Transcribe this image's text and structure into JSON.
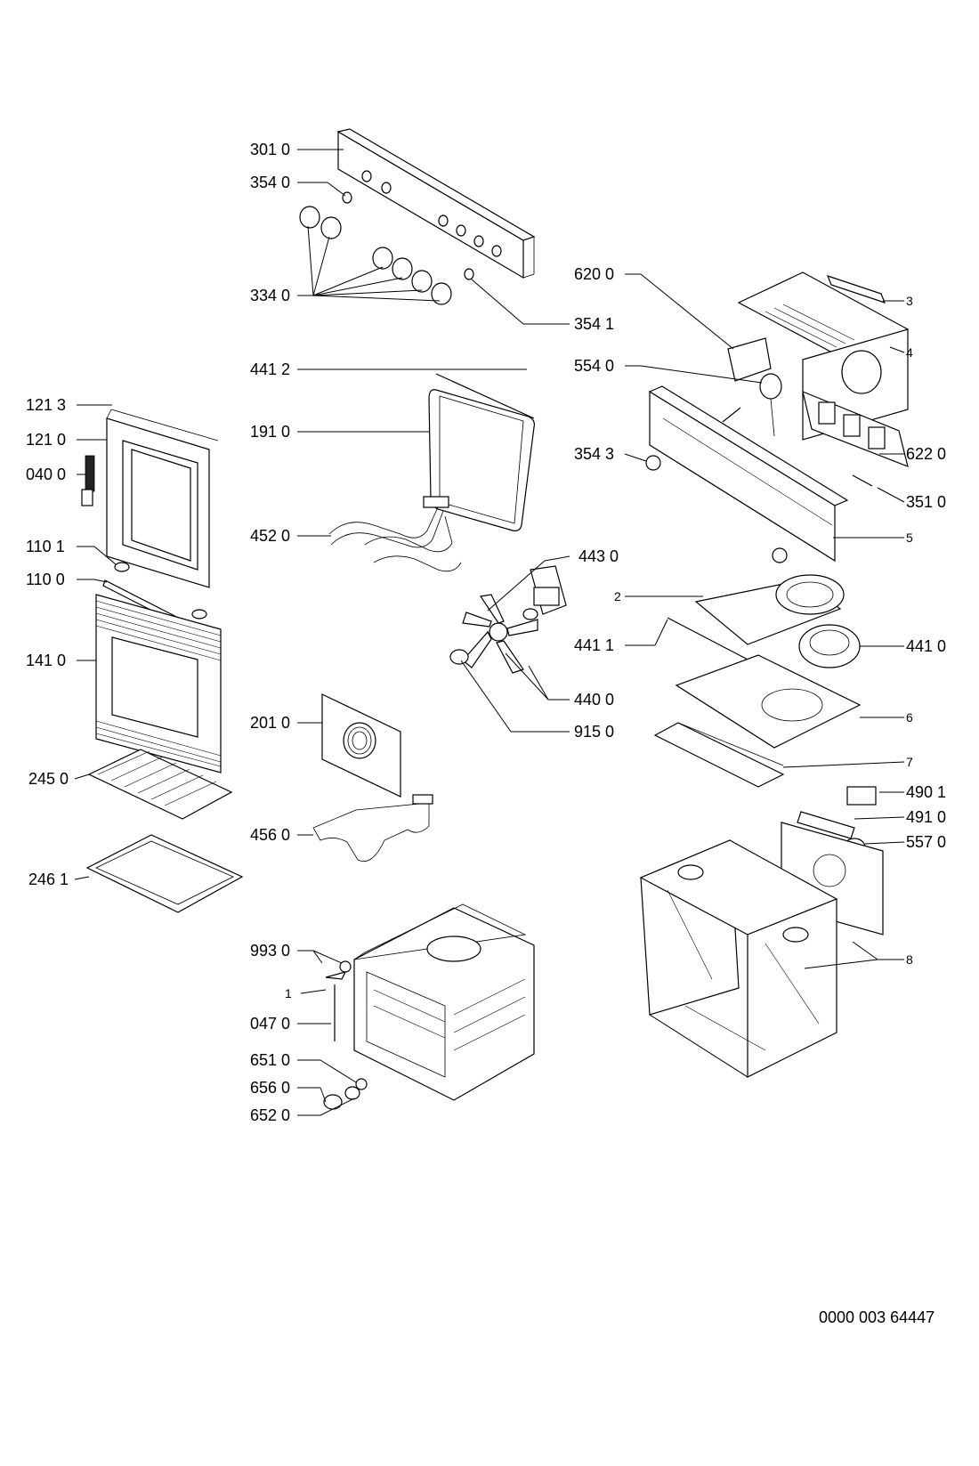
{
  "labels": {
    "p3010": "301 0",
    "p3540": "354 0",
    "p3340": "334 0",
    "p3541": "354 1",
    "p6200": "620 0",
    "p3": "3",
    "p4": "4",
    "p5540": "554 0",
    "p4412": "441 2",
    "p1910": "191 0",
    "p4520": "452 0",
    "p1213": "121 3",
    "p1210": "121 0",
    "p0400": "040 0",
    "p3543": "354 3",
    "p6220": "622 0",
    "p3510": "351 0",
    "p5": "5",
    "p4430": "443 0",
    "p2": "2",
    "p4411": "441 1",
    "p4410": "441 0",
    "p1101": "110 1",
    "p1100": "110 0",
    "p1410": "141 0",
    "p4400": "440 0",
    "p9150": "915 0",
    "p6": "6",
    "p7": "7",
    "p2010": "201 0",
    "p2450": "245 0",
    "p4901": "490 1",
    "p4910": "491 0",
    "p5570": "557 0",
    "p4560": "456 0",
    "p2461": "246 1",
    "p9930": "993 0",
    "p1": "1",
    "p8": "8",
    "p0470": "047 0",
    "p6510": "651 0",
    "p6560": "656 0",
    "p6520": "652 0"
  },
  "document_number": "0000 003 64447"
}
